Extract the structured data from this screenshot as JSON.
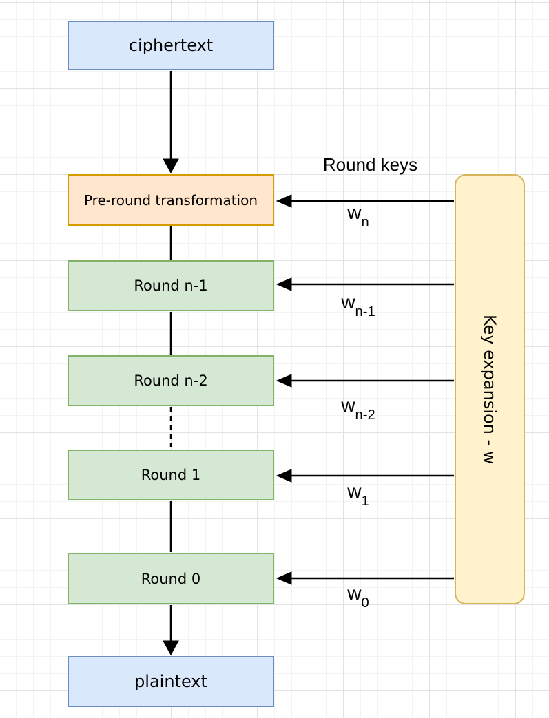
{
  "colors": {
    "blue_fill": "#dae8fc",
    "blue_border": "#6c8ebf",
    "orange_fill": "#ffe6cc",
    "orange_border": "#d79b00",
    "green_fill": "#d5e8d4",
    "green_border": "#82b366",
    "yellow_fill": "#fff2cc",
    "yellow_border": "#d6b656",
    "arrow": "#000000",
    "grid_minor": "#f3f3f3",
    "grid_major": "#e2e2e2"
  },
  "nodes": {
    "ciphertext": "ciphertext",
    "pre_round": "Pre-round transformation",
    "round_n1": "Round n-1",
    "round_n2": "Round n-2",
    "round_1": "Round 1",
    "round_0": "Round 0",
    "plaintext": "plaintext",
    "key_expansion": "Key expansion - w"
  },
  "annotations": {
    "round_keys": "Round keys"
  },
  "key_labels": [
    {
      "base": "w",
      "sub": "n"
    },
    {
      "base": "w",
      "sub": "n-1"
    },
    {
      "base": "w",
      "sub": "n-2"
    },
    {
      "base": "w",
      "sub": "1"
    },
    {
      "base": "w",
      "sub": "0"
    }
  ]
}
